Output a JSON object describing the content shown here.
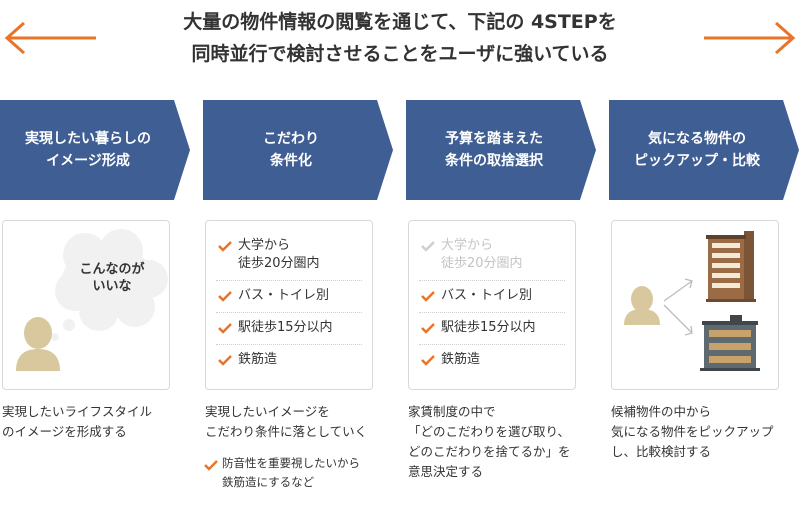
{
  "heading": {
    "line1": "大量の物件情報の閲覧を通じて、下記の 4STEPを",
    "line2": "同時並行で検討させることをユーザに強いている"
  },
  "colors": {
    "accent_orange": "#e8742a",
    "step_blue": "#3f5e94",
    "check_faded": "#cfcfcf",
    "figure_tan": "#d9c79e",
    "building_brown": "#9b6b45"
  },
  "steps": [
    {
      "line1": "実現したい暮らしの",
      "line2": "イメージ形成"
    },
    {
      "line1": "こだわり",
      "line2": "条件化"
    },
    {
      "line1": "予算を踏まえた",
      "line2": "条件の取捨選択"
    },
    {
      "line1": "気になる物件の",
      "line2": "ピックアップ・比較"
    }
  ],
  "card1": {
    "bubble_line1": "こんなのが",
    "bubble_line2": "いいな"
  },
  "card2": {
    "items": [
      {
        "line1": "大学から",
        "line2": "徒歩20分圏内"
      },
      {
        "line1": "バス・トイレ別"
      },
      {
        "line1": "駅徒歩15分以内"
      },
      {
        "line1": "鉄筋造"
      }
    ]
  },
  "card3": {
    "items": [
      {
        "line1": "大学から",
        "line2": "徒歩20分圏内"
      },
      {
        "line1": "バス・トイレ別"
      },
      {
        "line1": "駅徒歩15分以内"
      },
      {
        "line1": "鉄筋造"
      }
    ]
  },
  "descriptions": [
    {
      "line1": "実現したいライフスタイル",
      "line2": "のイメージを形成する"
    },
    {
      "line1": "実現したいイメージを",
      "line2": "こだわり条件に落としていく"
    },
    {
      "line1": "家賃制度の中で",
      "line2": "「どのこだわりを選び取り、",
      "line3": "どのこだわりを捨てるか」を",
      "line4": "意思決定する"
    },
    {
      "line1": "候補物件の中から",
      "line2": "気になる物件をピックアップ",
      "line3": "し、比較検討する"
    }
  ],
  "note": {
    "line1": "防音性を重要視したいから",
    "line2": "鉄筋造にするなど"
  }
}
